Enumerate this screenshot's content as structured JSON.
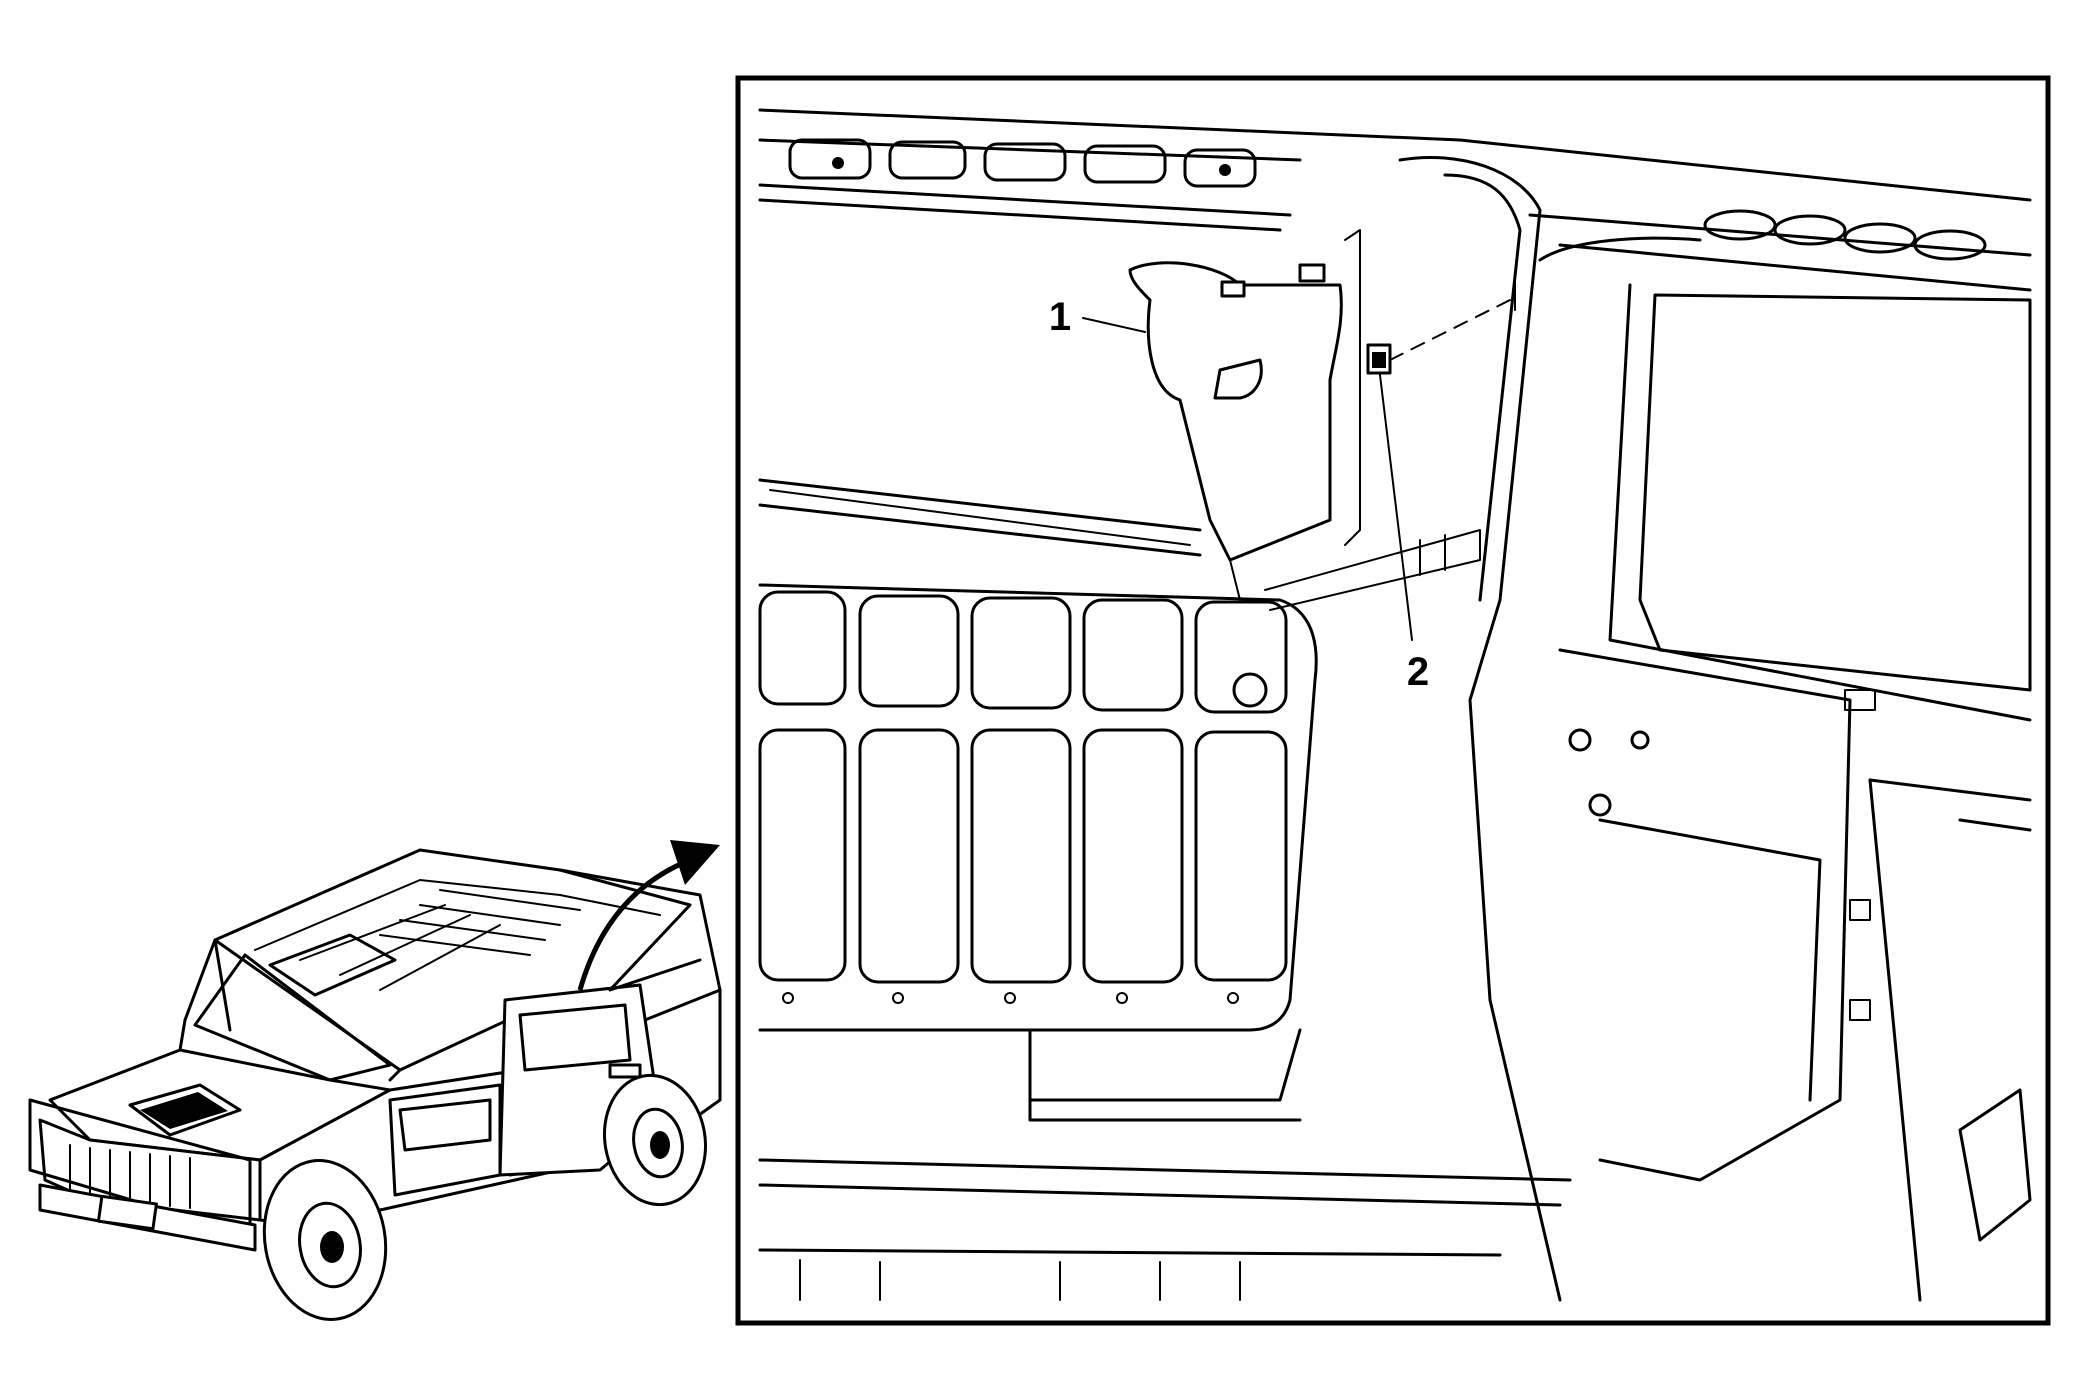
{
  "callouts": [
    {
      "id": "1",
      "label": "1"
    },
    {
      "id": "2",
      "label": "2"
    }
  ],
  "colors": {
    "ink": "#000000",
    "paper": "#ffffff"
  }
}
